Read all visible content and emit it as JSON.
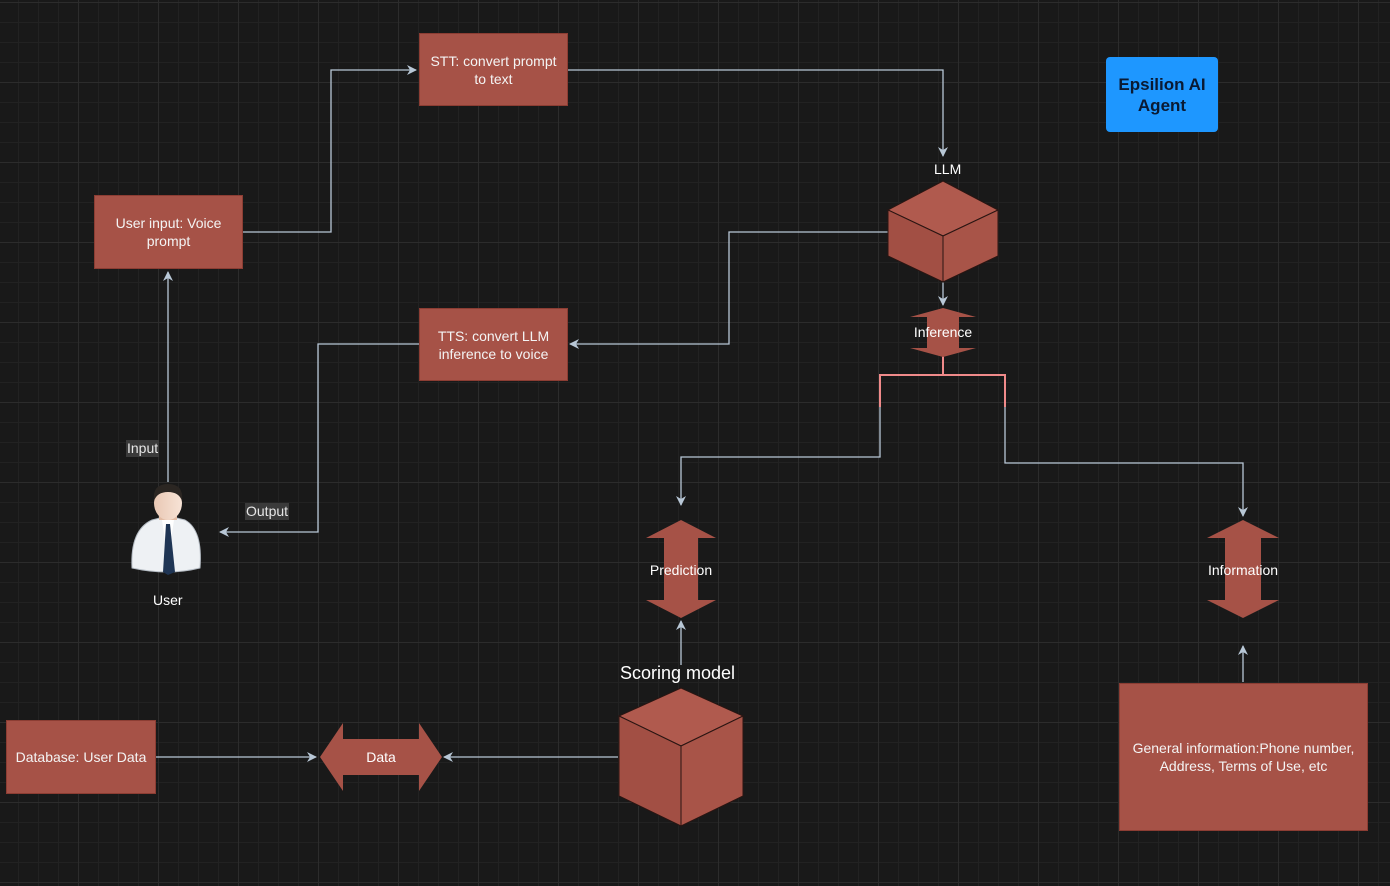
{
  "boxes": {
    "stt": "STT: convert prompt to text",
    "user_input": "User input: Voice prompt",
    "tts": "TTS: convert LLM inference to voice",
    "database": "Database: User Data",
    "general_info": "General information:Phone number, Address, Terms of Use, etc"
  },
  "labels": {
    "llm": "LLM",
    "inference": "Inference",
    "prediction": "Prediction",
    "information": "Information",
    "scoring_model": "Scoring model",
    "data": "Data",
    "user": "User"
  },
  "edge_labels": {
    "input": "Input",
    "output": "Output"
  },
  "badge": {
    "title": "Epsilion AI Agent"
  },
  "colors": {
    "shape_fill": "#a65247",
    "connector": "#b8c7d6",
    "accent_blue": "#1e97ff",
    "bracket": "#f08a8a"
  },
  "icons": {
    "user": "businessman-icon"
  }
}
